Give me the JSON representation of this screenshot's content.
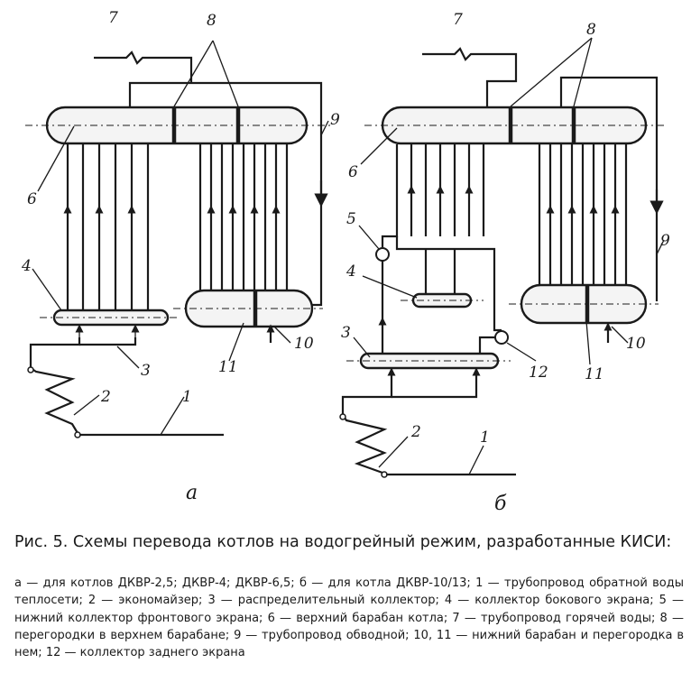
{
  "callouts": {
    "left": {
      "c1": "1",
      "c2": "2",
      "c3": "3",
      "c4": "4",
      "c6": "6",
      "c7": "7",
      "c8": "8",
      "c9": "9",
      "c10": "10",
      "c11": "11"
    },
    "right": {
      "c1": "1",
      "c2": "2",
      "c3": "3",
      "c4": "4",
      "c5": "5",
      "c6": "6",
      "c7": "7",
      "c8": "8",
      "c9": "9",
      "c10": "10",
      "c11": "11",
      "c12": "12"
    }
  },
  "sublabels": {
    "a": "а",
    "b": "б"
  },
  "caption": "Рис. 5. Схемы перевода котлов на водогрейный режим, разработанные КИСИ:",
  "legend": "а — для котлов ДКВР-2,5; ДКВР-4; ДКВР-6,5; б — для котла ДКВР-10/13; 1 — трубопровод обратной воды теплосети; 2 — экономайзер; 3 — распределительный коллектор; 4 — коллектор бокового экрана; 5 — нижний коллектор фронтового экрана; 6 — верхний барабан котла; 7 — трубопровод горячей воды; 8 — перегородки в верхнем барабане; 9 — трубопровод обводной; 10, 11 — нижний барабан и перегородка в нем; 12 — коллектор заднего экрана"
}
